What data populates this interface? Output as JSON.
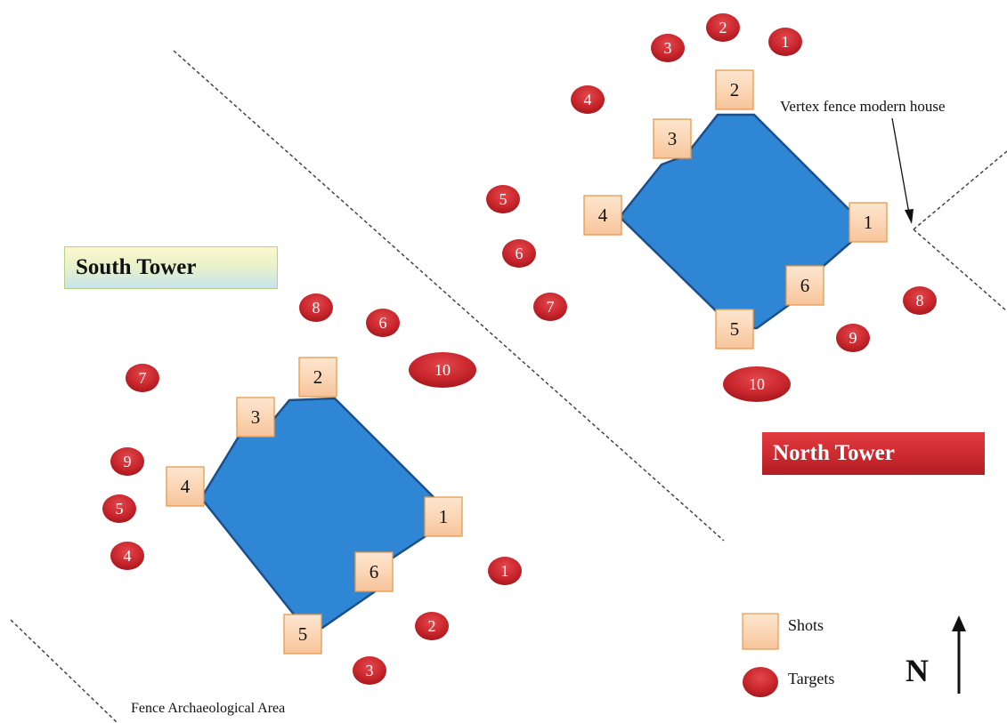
{
  "labels": {
    "south_tower": "South Tower",
    "north_tower": "North Tower",
    "vertex": "Vertex  fence modern house",
    "fence": "Fence Archaeological Area"
  },
  "legend": {
    "shots": "Shots",
    "targets": "Targets"
  },
  "compass": "N",
  "colors": {
    "tower_fill": "#2e86d4",
    "tower_edge": "#1c4f8a",
    "shot_fill": "#fbd9b8",
    "shot_edge": "#e59a4e",
    "target_fill": "#c8262c",
    "north_label": "#cc2a2f"
  },
  "south_tower": {
    "shots": [
      "1",
      "2",
      "3",
      "4",
      "5",
      "6"
    ],
    "targets": [
      "1",
      "2",
      "3",
      "4",
      "5",
      "6",
      "7",
      "8",
      "9",
      "10"
    ]
  },
  "north_tower": {
    "shots": [
      "1",
      "2",
      "3",
      "4",
      "5",
      "6"
    ],
    "targets": [
      "1",
      "2",
      "3",
      "4",
      "5",
      "6",
      "7",
      "8",
      "9",
      "10"
    ]
  }
}
